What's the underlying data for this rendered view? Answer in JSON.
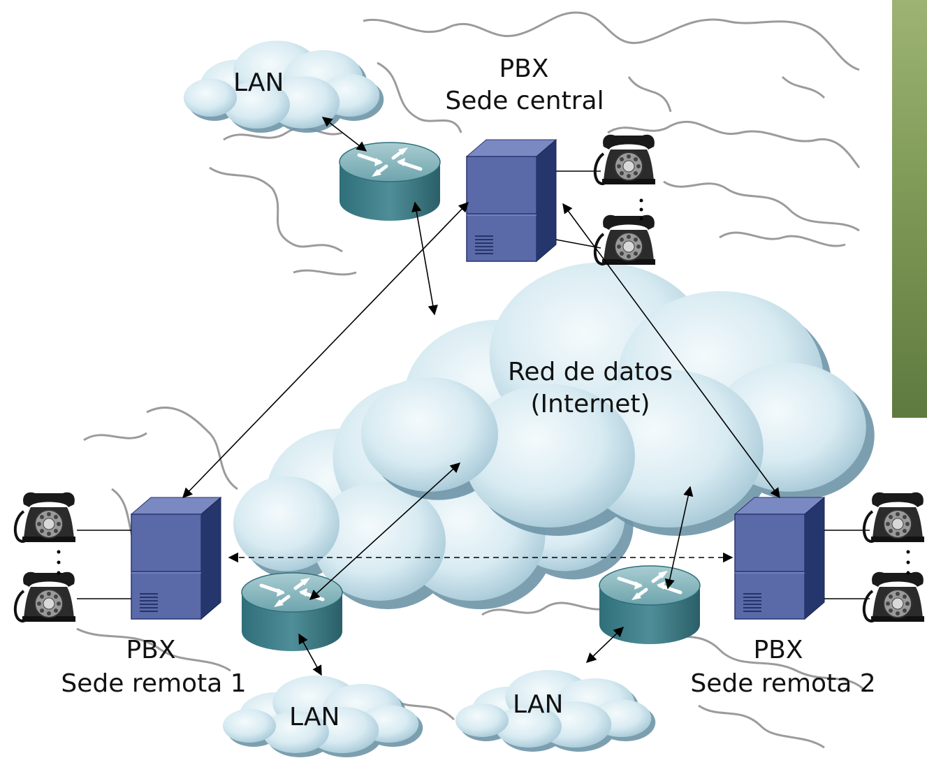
{
  "labels": {
    "lan_top": "LAN",
    "lan_bottom_left": "LAN",
    "lan_bottom_right": "LAN",
    "pbx_central_line1": "PBX",
    "pbx_central_line2": "Sede central",
    "pbx_remote1_line1": "PBX",
    "pbx_remote1_line2": "Sede remota 1",
    "pbx_remote2_line1": "PBX",
    "pbx_remote2_line2": "Sede remota 2",
    "network_line1": "Red de datos",
    "network_line2": "(Internet)"
  },
  "icons": {
    "router": "router-icon",
    "pbx": "pbx-server-icon",
    "phone": "rotary-telephone-icon",
    "cloud": "cloud-icon",
    "map": "europe-map-outline"
  },
  "colors": {
    "cloud_fill": "#cfe6ef",
    "cloud_shadow": "#5f8fa6",
    "server_front": "#5a6aa8",
    "server_side": "#25366d",
    "router": "#4f8e98",
    "accent_bar": "#7f9a57",
    "map_outline": "#8a8a8a"
  }
}
